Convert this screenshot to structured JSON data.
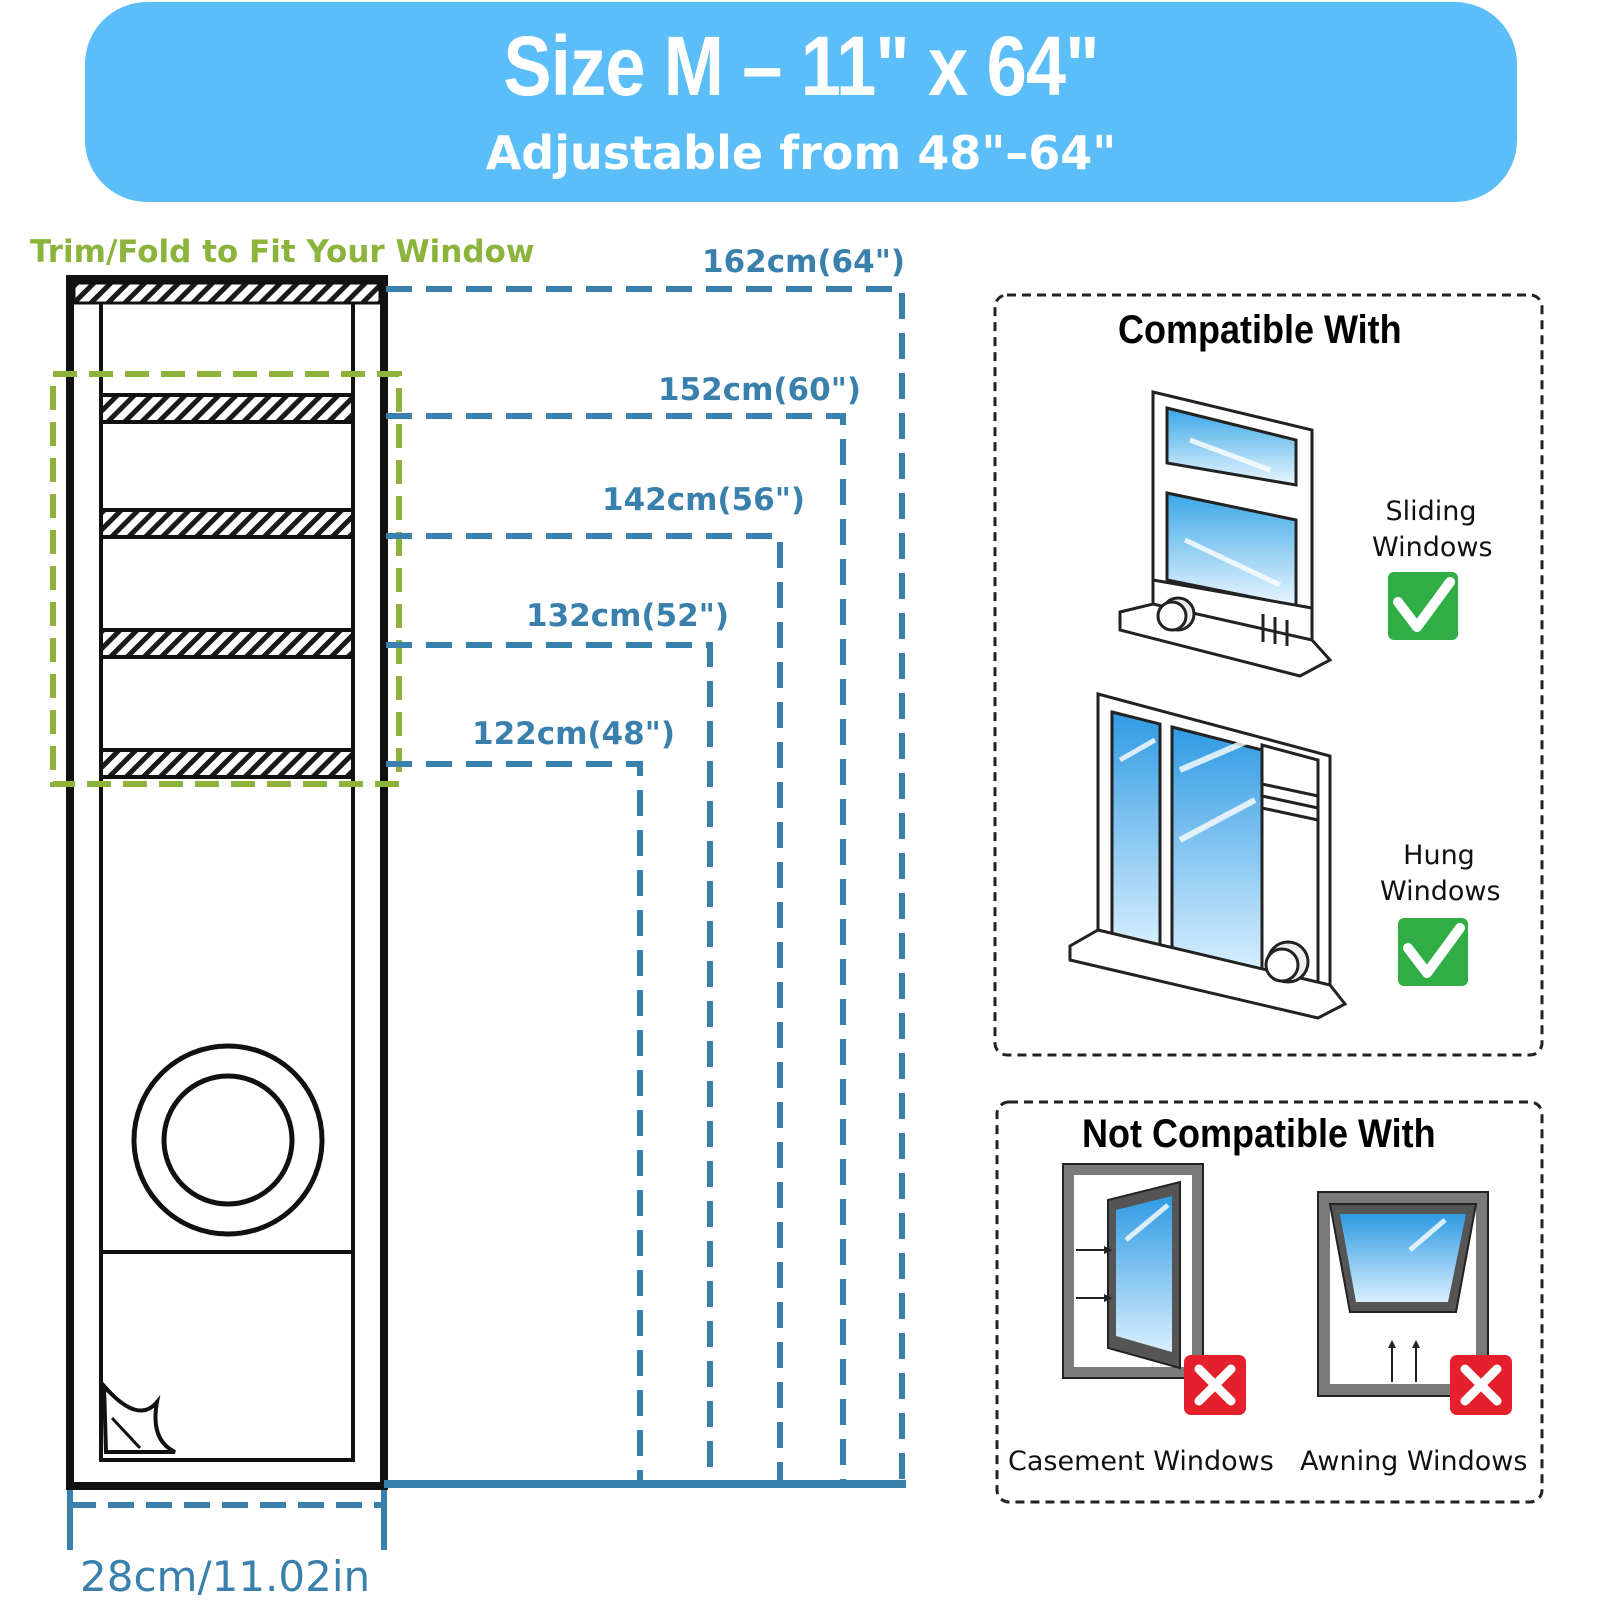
{
  "banner": {
    "title": "Size M – 11\" x 64\"",
    "subtitle": "Adjustable from 48\"–64\"",
    "color": "#5bbef9"
  },
  "panel": {
    "trim_label": "Trim/Fold to Fit Your Window",
    "width_label": "28cm/11.02in",
    "length_options": [
      "162cm(64\")",
      "152cm(60\")",
      "142cm(56\")",
      "132cm(52\")",
      "122cm(48\")"
    ],
    "trim_color": "#8cb43c",
    "dimension_color": "#3a80ad"
  },
  "compatible": {
    "title": "Compatible With",
    "items": [
      {
        "label_line1": "Sliding",
        "label_line2": "Windows",
        "status_icon": "check-icon"
      },
      {
        "label_line1": "Hung",
        "label_line2": "Windows",
        "status_icon": "check-icon"
      }
    ]
  },
  "not_compatible": {
    "title": "Not Compatible With",
    "items": [
      {
        "label": "Casement Windows",
        "status_icon": "cross-icon"
      },
      {
        "label": "Awning Windows",
        "status_icon": "cross-icon"
      }
    ]
  },
  "colors": {
    "check": "#2fae45",
    "cross": "#e4202c",
    "glass": "#3aa6e6"
  }
}
